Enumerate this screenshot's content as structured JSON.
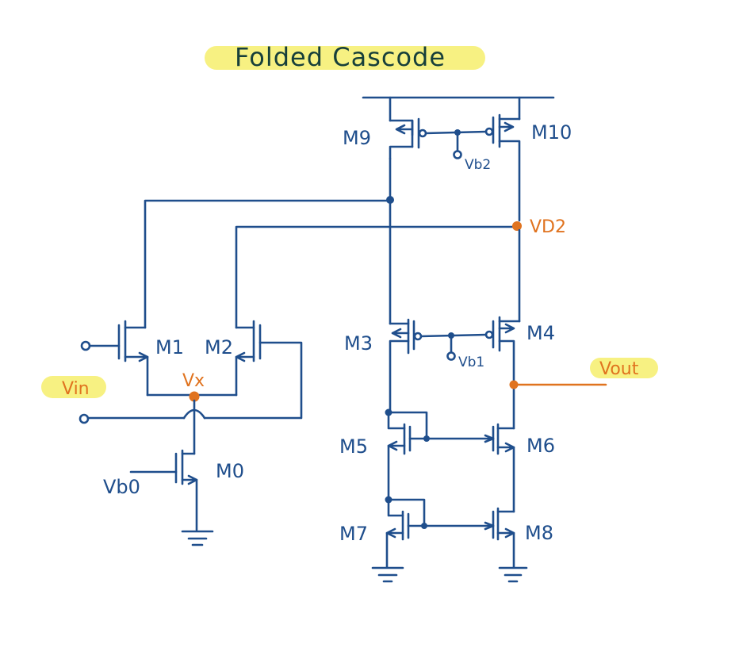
{
  "title": "Folded Cascode",
  "transistors": {
    "m0": "M0",
    "m1": "M1",
    "m2": "M2",
    "m3": "M3",
    "m4": "M4",
    "m5": "M5",
    "m6": "M6",
    "m7": "M7",
    "m8": "M8",
    "m9": "M9",
    "m10": "M10"
  },
  "nodes": {
    "vin": "Vin",
    "vx": "Vx",
    "vb0": "Vb0",
    "vb1": "Vb1",
    "vb2": "Vb2",
    "vd2": "VD2",
    "vout": "Vout"
  },
  "colors": {
    "wire": "#1f4e8c",
    "node_highlight": "#e0731f",
    "title_highlight": "#f6ef6c"
  }
}
